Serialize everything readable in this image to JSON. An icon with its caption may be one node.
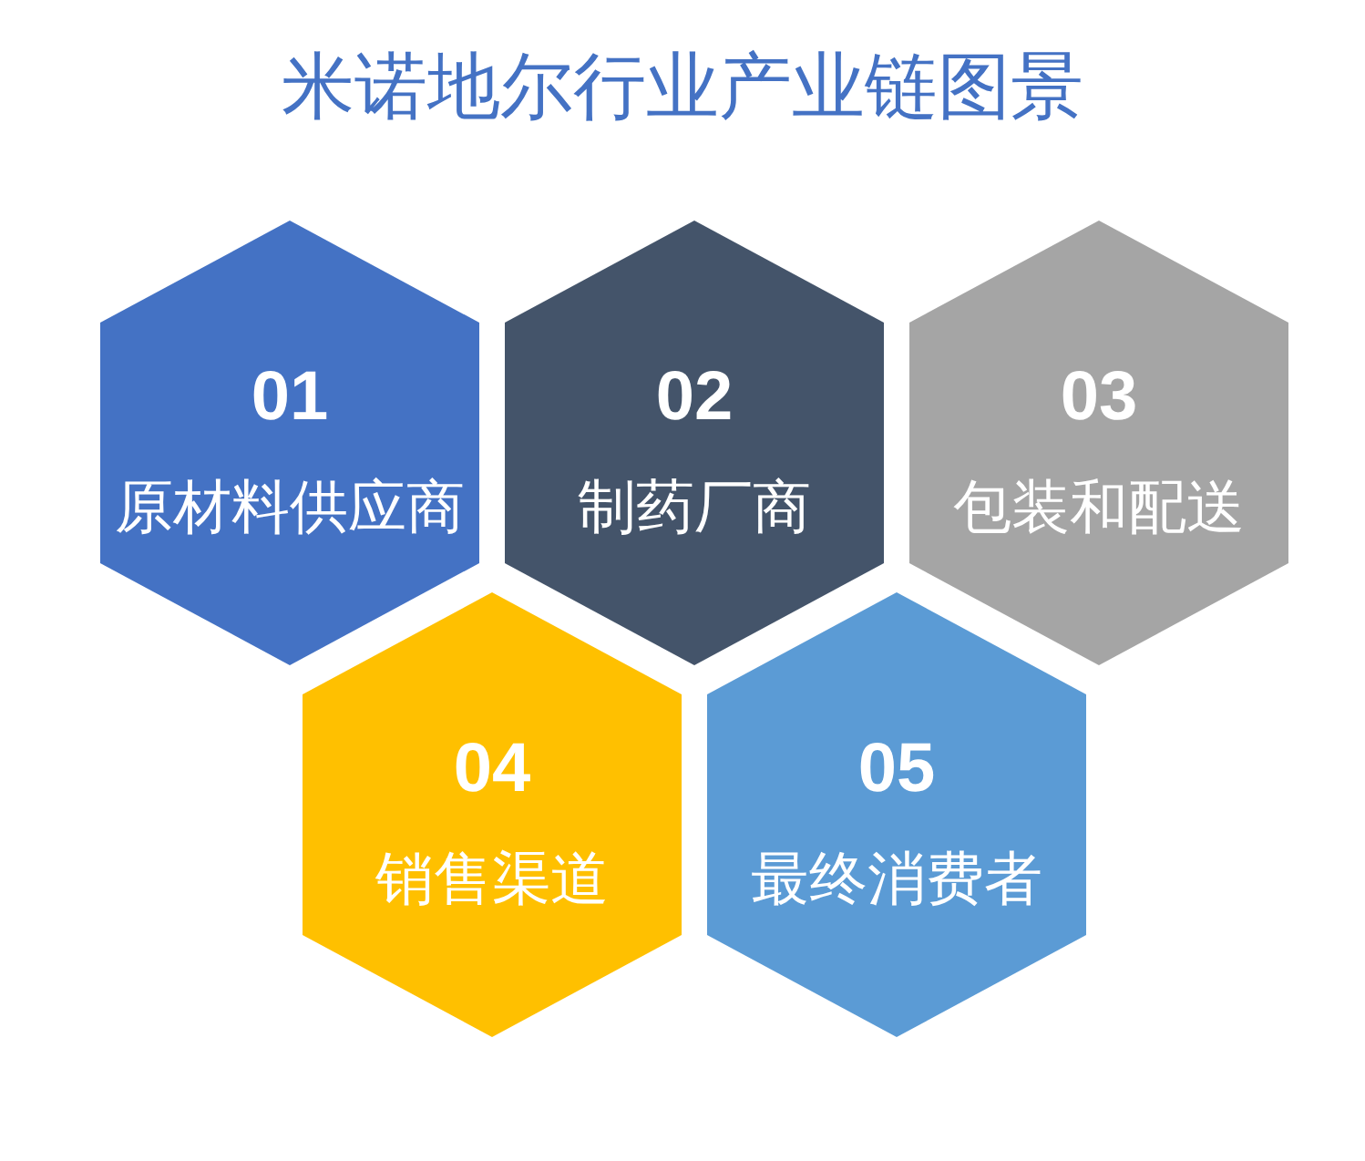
{
  "diagram": {
    "title": "米诺地尔行业产业链图景",
    "nodes": [
      {
        "text": [
          "01",
          "原材料供应商"
        ]
      },
      {
        "text": [
          "02",
          "制药厂商"
        ]
      },
      {
        "text": [
          "03",
          "包装和配送"
        ]
      },
      {
        "text": [
          "04",
          "销售渠道"
        ]
      },
      {
        "text": [
          "05",
          "最终消费者"
        ]
      }
    ]
  }
}
